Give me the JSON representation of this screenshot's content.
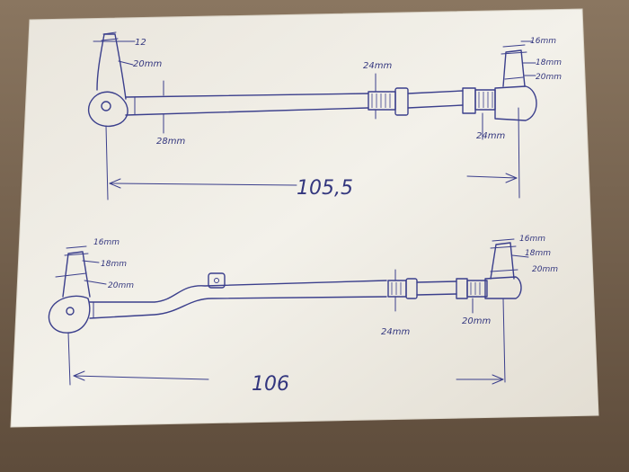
{
  "colors": {
    "background": "#7d6a55",
    "paper": "#f1eee6",
    "ink": "#3b3f8c"
  },
  "drawings": [
    {
      "left_end": {
        "dims": [
          "12",
          "20mm"
        ]
      },
      "rod_label": "28mm",
      "middle_label": "24mm",
      "right_end": {
        "dims": [
          "16mm",
          "18mm",
          "20mm"
        ]
      },
      "right_bottom_label": "24mm",
      "length": "105,5"
    },
    {
      "left_end": {
        "dims": [
          "16mm",
          "18mm",
          "20mm"
        ]
      },
      "middle_label": "24mm",
      "right_end": {
        "dims": [
          "16mm",
          "18mm",
          "20mm"
        ]
      },
      "right_bottom_label": "20mm",
      "length": "106"
    }
  ]
}
